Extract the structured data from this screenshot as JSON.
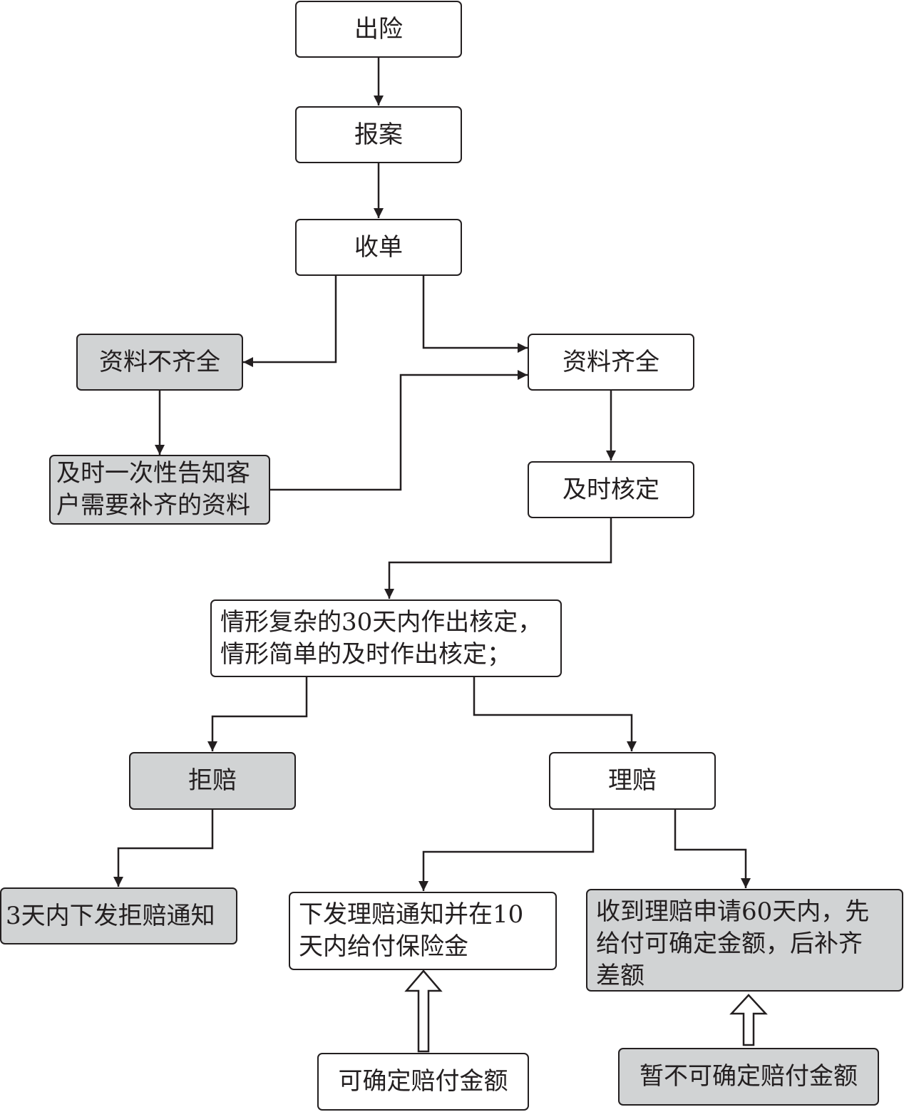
{
  "nodes": {
    "n1": "出险",
    "n2": "报案",
    "n3": "收单",
    "n4": "资料不齐全",
    "n5": "资料齐全",
    "n6": "及时一次性告知客\n户需要补齐的资料",
    "n7": "及时核定",
    "n8": "情形复杂的30天内作出核定，\n情形简单的及时作出核定；",
    "n9": "拒赔",
    "n10": "理赔",
    "n11": "3天内下发拒赔通知",
    "n12": "下发理赔通知并在10\n天内给付保险金",
    "n13": "收到理赔申请60天内，先\n给付可确定金额，后补齐\n差额",
    "n14": "可确定赔付金额",
    "n15": "暂不可确定赔付金额"
  },
  "colors": {
    "stroke": "#231f20",
    "gray_fill": "#d1d3d4",
    "white_fill": "#ffffff"
  }
}
